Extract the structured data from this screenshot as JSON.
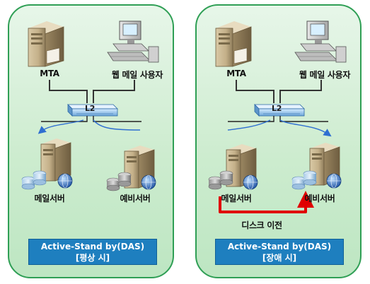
{
  "panels": [
    {
      "mta_label": "MTA",
      "webmail_label": "웹 메일 사용자",
      "switch_label": "L2",
      "mail_server_label": "메일서버",
      "backup_server_label": "예비서버",
      "mode_line1": "Active-Stand by(DAS)",
      "mode_line2": "[평상 시]"
    },
    {
      "mta_label": "MTA",
      "webmail_label": "웹 메일 사용자",
      "switch_label": "L2",
      "mail_server_label": "메일서버",
      "backup_server_label": "예비서버",
      "disk_move_label": "디스크 이전",
      "mode_line1": "Active-Stand by(DAS)",
      "mode_line2": "[장애 시]"
    }
  ],
  "colors": {
    "panel_border": "#2f9f55",
    "mode_box": "#1e7fbf",
    "failover_arrow": "#e00000"
  }
}
